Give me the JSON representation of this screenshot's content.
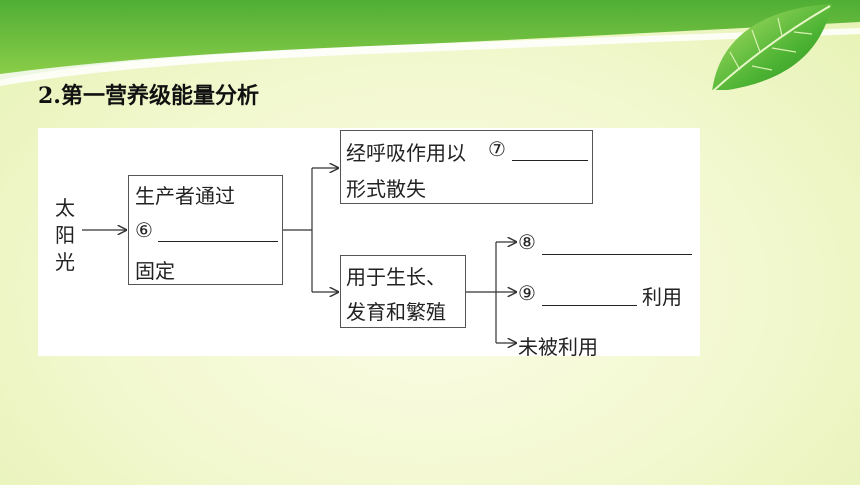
{
  "title": "2.第一营养级能量分析",
  "source": {
    "chars": [
      "太",
      "阳",
      "光"
    ]
  },
  "producer_box": {
    "line1": "生产者通过",
    "blank_num": "⑥",
    "line3": "固定"
  },
  "respiration_box": {
    "line1_prefix": "经呼吸作用以",
    "blank_num": "⑦",
    "line2": "形式散失"
  },
  "growth_box": {
    "line1": "用于生长、",
    "line2": "发育和繁殖"
  },
  "outputs": {
    "item8_num": "⑧",
    "item9_num": "⑨",
    "item9_suffix": "利用",
    "item10_text": "未被利用"
  },
  "colors": {
    "band_green": "#5fb53a",
    "leaf_green": "#3fa52e",
    "leaf_light": "#9fd95a"
  }
}
